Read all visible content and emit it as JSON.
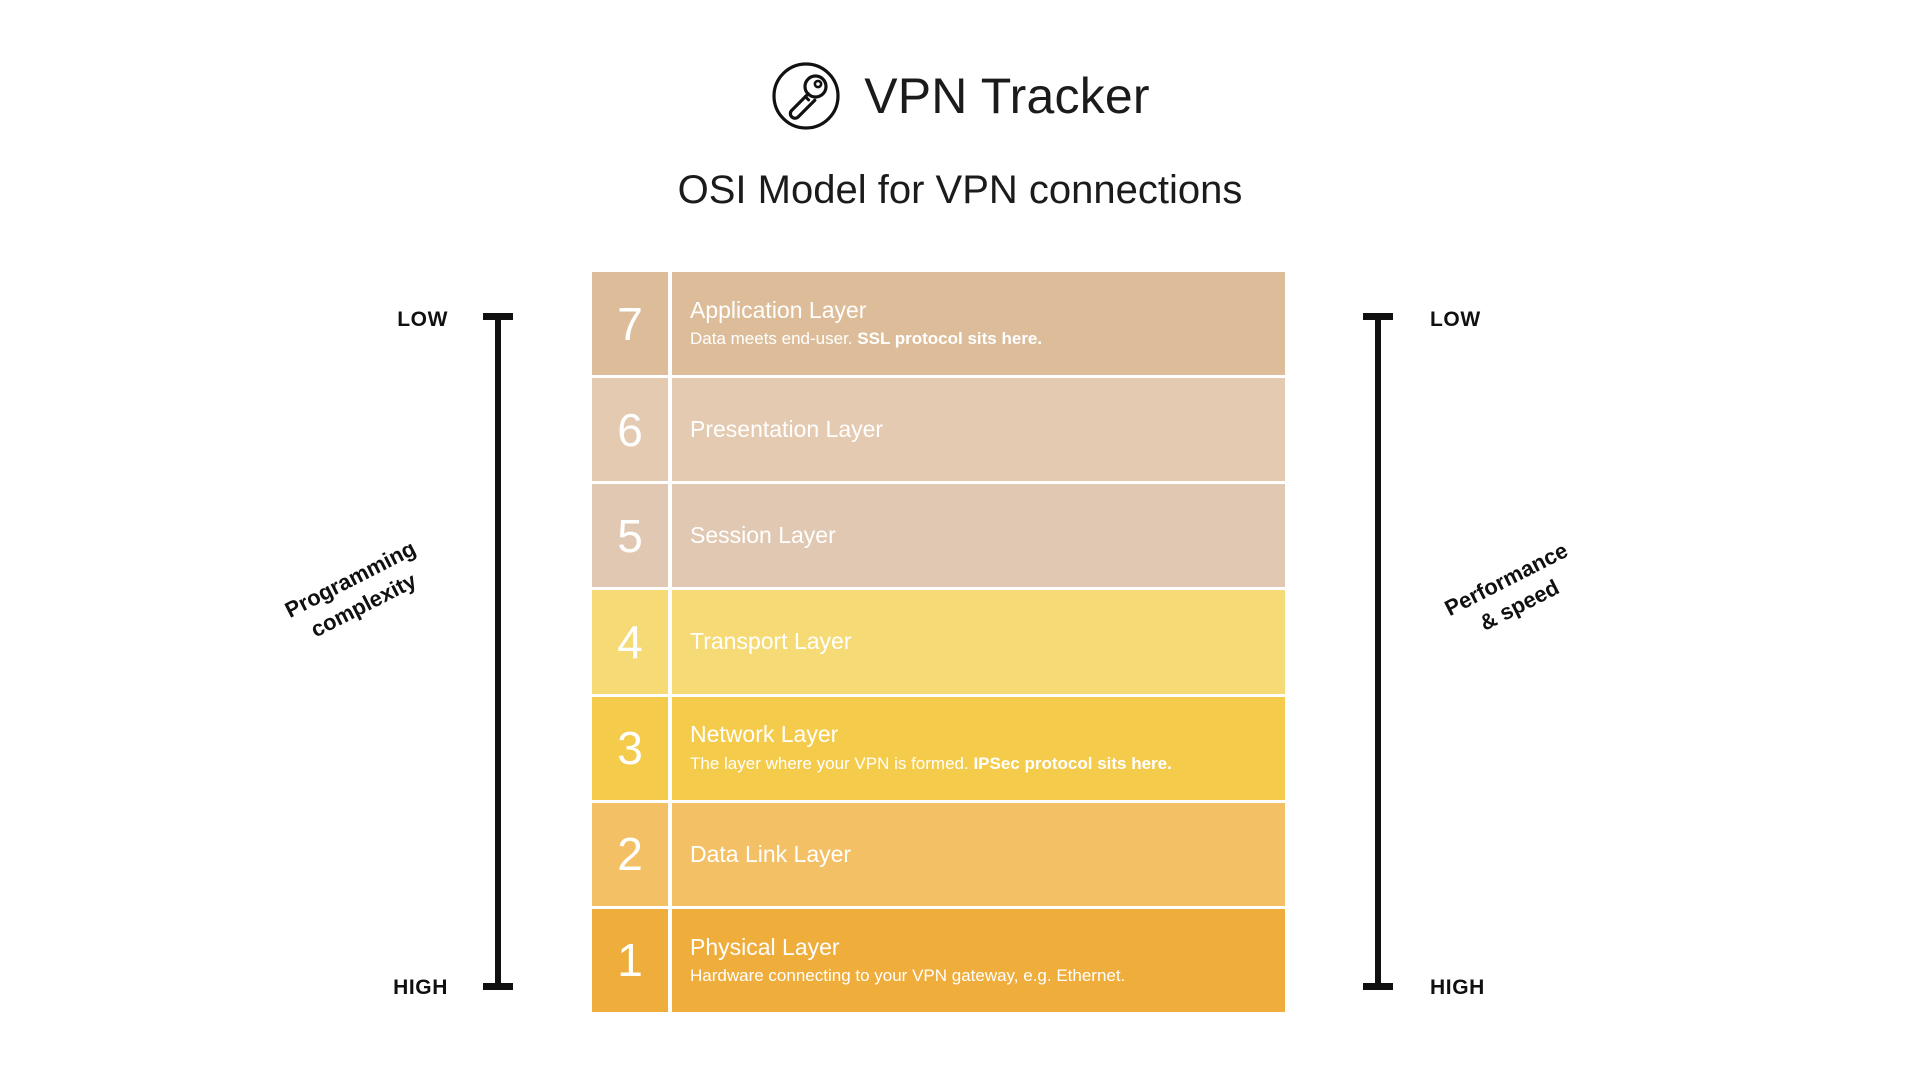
{
  "brand": {
    "name": "VPN Tracker",
    "logo_icon": "key-in-circle-icon"
  },
  "title": "OSI Model for VPN connections",
  "chart_data": {
    "type": "table",
    "title": "OSI Model for VPN connections",
    "xlabel": "",
    "ylabel": "",
    "categories": [
      "Application Layer",
      "Presentation Layer",
      "Session Layer",
      "Transport Layer",
      "Network Layer",
      "Data Link Layer",
      "Physical Layer"
    ],
    "values": [
      7,
      6,
      5,
      4,
      3,
      2,
      1
    ],
    "layers": [
      {
        "number": "7",
        "title": "Application Layer",
        "desc_plain": "Data meets end-user. ",
        "desc_bold": "SSL protocol sits here.",
        "color": "#ddbd99"
      },
      {
        "number": "6",
        "title": "Presentation Layer",
        "desc_plain": "",
        "desc_bold": "",
        "color": "#e4cab0"
      },
      {
        "number": "5",
        "title": "Session Layer",
        "desc_plain": "",
        "desc_bold": "",
        "color": "#e1c8b2"
      },
      {
        "number": "4",
        "title": "Transport Layer",
        "desc_plain": "",
        "desc_bold": "",
        "color": "#f6da75"
      },
      {
        "number": "3",
        "title": "Network Layer",
        "desc_plain": "The layer where your VPN is formed. ",
        "desc_bold": "IPSec protocol sits here.",
        "color": "#f5cb4c"
      },
      {
        "number": "2",
        "title": "Data Link Layer",
        "desc_plain": "",
        "desc_bold": "",
        "color": "#f3c066"
      },
      {
        "number": "1",
        "title": "Physical Layer",
        "desc_plain": "Hardware connecting to your VPN gateway, e.g. Ethernet.",
        "desc_bold": "",
        "color": "#efad3b"
      }
    ]
  },
  "gauges": {
    "left": {
      "axis_title": "Programming\ncomplexity",
      "top_label": "LOW",
      "bottom_label": "HIGH"
    },
    "right": {
      "axis_title": "Performance\n& speed",
      "top_label": "LOW",
      "bottom_label": "HIGH"
    }
  },
  "colors": {
    "text_dark": "#1b1b1b",
    "gauge": "#101010",
    "layer_text": "#ffffff",
    "background": "#ffffff"
  }
}
